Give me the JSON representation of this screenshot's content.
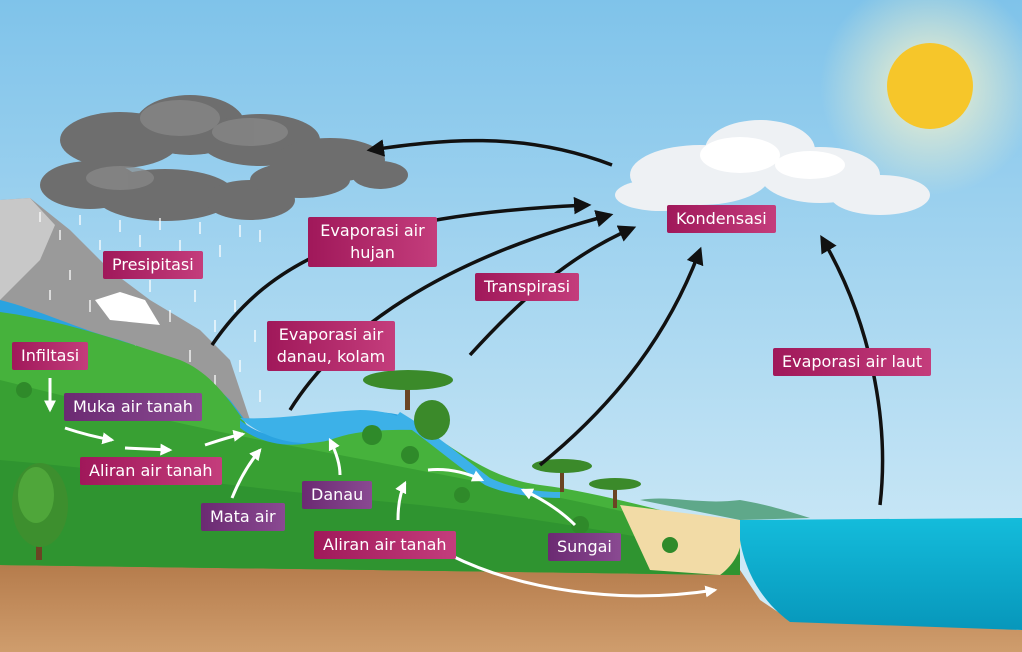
{
  "labels": {
    "presipitasi": "Presipitasi",
    "evaporasi_air_hujan": "Evaporasi air hujan",
    "kondensasi": "Kondensasi",
    "transpirasi": "Transpirasi",
    "evaporasi_air_danau": "Evaporasi air danau, kolam",
    "evaporasi_air_laut": "Evaporasi air laut",
    "infiltasi": "Infiltasi",
    "muka_air_tanah": "Muka air tanah",
    "aliran_air_tanah_left": "Aliran air tanah",
    "mata_air": "Mata air",
    "danau": "Danau",
    "aliran_air_tanah_bottom": "Aliran air tanah",
    "sungai": "Sungai"
  },
  "colors": {
    "label_magenta": "#b02866",
    "label_purple": "#7a3a82",
    "sky": "#9fd3ee",
    "sea": "#0fb4d4",
    "grass": "#3faa3a",
    "soil": "#c9915e",
    "sun": "#f6c62a"
  }
}
